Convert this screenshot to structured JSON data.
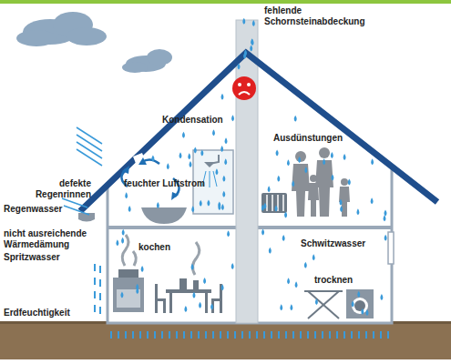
{
  "diagram": {
    "labels": [
      "fehlende Schornsteinabdeckung",
      "Kondensation",
      "defekte Regenrinnen",
      "Regenwasser",
      "feuchter Luftstrom",
      "Ausdünstungen",
      "nicht ausreichende Wärmedämung",
      "Spritzwasser",
      "kochen",
      "Schwitzwasser",
      "trocknen",
      "Erdfeuchtigkeit"
    ]
  }
}
